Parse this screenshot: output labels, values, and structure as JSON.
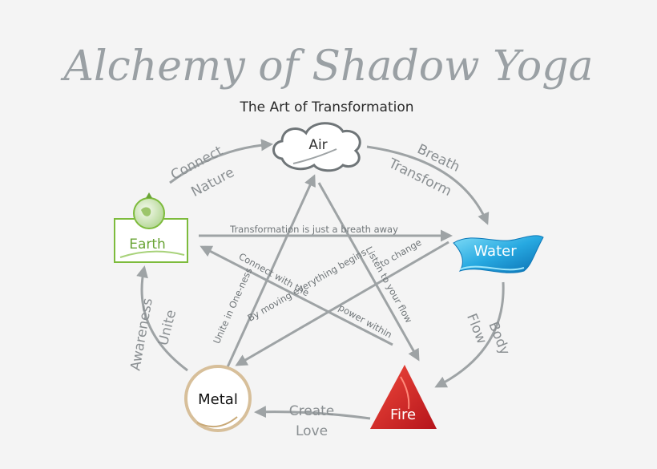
{
  "title": "Alchemy of Shadow Yoga",
  "subtitle": "The Art of Transformation",
  "colors": {
    "arrow": "#9ea3a5",
    "text": "#7c8285",
    "earth": "#7dbb3c",
    "water": "#1f9ad6",
    "fire": "#d6252a",
    "metal": "#d7bf9a"
  },
  "elements": {
    "air": "Air",
    "water": "Water",
    "fire": "Fire",
    "metal": "Metal",
    "earth": "Earth"
  },
  "cycle_labels": {
    "connect": "Connect",
    "nature": "Nature",
    "breath": "Breath",
    "transform": "Transform",
    "body": "Body",
    "flow": "Flow",
    "create": "Create",
    "love": "Love",
    "awareness": "Awareness",
    "unite": "Unite"
  },
  "star_labels": {
    "earth_water": "Transformation is just a breath away",
    "air_fire": "Listen to your flow",
    "fire_earth_1": "Connect with the",
    "fire_earth_2": "power within",
    "water_metal_1": "By moving everything begins",
    "water_metal_2": "to change",
    "metal_air": "Unite in One-ness"
  }
}
